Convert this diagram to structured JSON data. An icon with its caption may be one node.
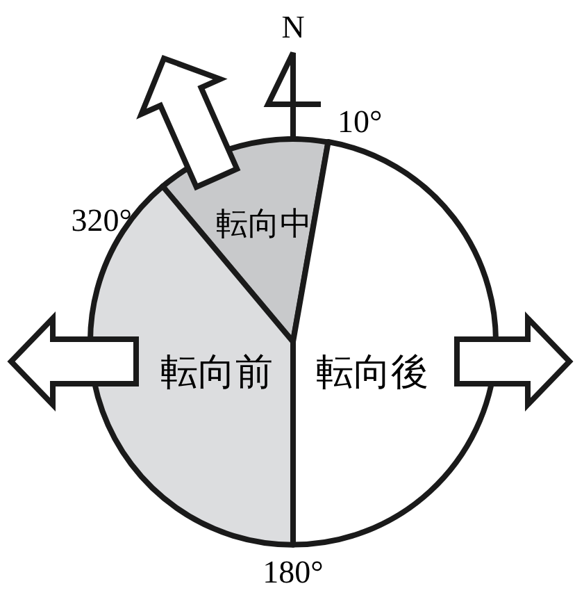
{
  "diagram": {
    "nodes": [
      {
        "text": [
          "転向中"
        ]
      },
      {
        "text": [
          "転向前"
        ]
      },
      {
        "text": [
          "転向後"
        ]
      }
    ],
    "labels": [
      "N",
      "10°",
      "320°",
      "180°"
    ]
  }
}
